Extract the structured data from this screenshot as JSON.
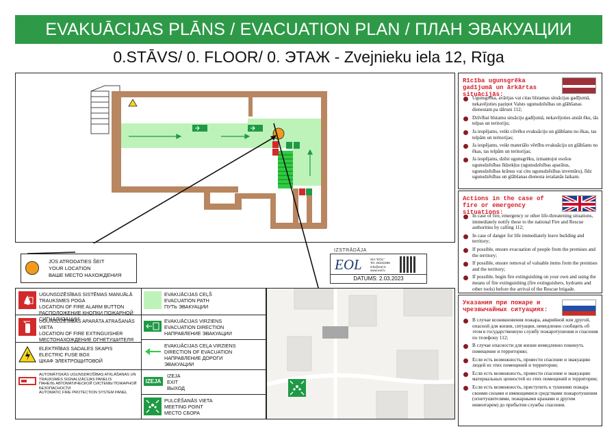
{
  "header": {
    "title": "EVAKUĀCIJAS PLĀNS / EVACUATION PLAN / ПЛАН ЭВАКУАЦИИ"
  },
  "subheader": {
    "title": "0.STĀVS/ 0. FLOOR/ 0. ЭТАЖ - Zvejnieku iela 12, Rīga"
  },
  "you_are_here": {
    "lines": [
      "JŪS ATRODATIES ŠEIT",
      "YOUR LOCATION",
      "ВАШЕ МЕСТО НАХОЖДЕНИЯ"
    ]
  },
  "developer": {
    "label": "IZSTRĀDĀJA",
    "logo": "EOL",
    "company": "SIA \"EOL\"",
    "phone": "Tel. 28331568",
    "email": "info@eol.lv",
    "web": "www.eol.lv",
    "date": "DATUMS: 2.03.2023"
  },
  "legend": {
    "left": [
      {
        "icon": "fire-alarm-button-icon",
        "lines": [
          "UGUNSDZĒSĪBAS SISTĒMAS MANUĀLĀ TRAUKSMES POGA",
          "LOCATION OF FIRE ALARM BUTTON",
          "РАСПОЛОЖЕНИЕ КНОПКИ ПОЖАРНОЙ СИГНАЛИЗАЦИИ"
        ]
      },
      {
        "icon": "fire-extinguisher-icon",
        "lines": [
          "UGUNSDZĒSĪBAS APARĀTA ATRAŠANĀS VIETA",
          "LOCATION OF FIRE EXTINGUISHER",
          "МЕСТОНАХОЖДЕНИЕ ОГНЕТУШИТЕЛЯ"
        ]
      },
      {
        "icon": "electric-hazard-icon",
        "lines": [
          "ELEKTRĪBAS SADALES SKAPIS",
          "ELECTRIC FUSE BOX",
          "ШКАФ ЭЛЕКТРОЩИТОВОЙ"
        ]
      },
      {
        "icon": "alarm-panel-icon",
        "lines": [
          "AUTOMĀTISKĀS UGUNSDROŠĪBAS ATKLĀŠANAS UN",
          "TRAUKSMES SIGNALIZĀCIJAS PANELIS",
          "ПАНЕЛЬ АВТОМАТИЧЕСКОЙ СИСТЕМЫ ПОЖАРНОЙ",
          "БЕЗОПАСНОСТИ",
          "AUTOMATIC FIRE PROTECTION SYSTEM PANEL"
        ]
      }
    ],
    "right": [
      {
        "icon": "evacuation-path-icon",
        "lines": [
          "EVAKUĀCIJAS CEĻŠ",
          "EVACUATION PATH",
          "ПУТЬ ЭВАКУАЦИИ"
        ]
      },
      {
        "icon": "evacuation-direction-icon",
        "lines": [
          "EVAKUĀCIJAS VIRZIENS",
          "EVACUATION DIRECTION",
          "НАПРАВЛЕНИЕ ЭВАКУАЦИИ"
        ]
      },
      {
        "icon": "green-arrow-icon",
        "lines": [
          "EVAKUĀCIJAS CEĻA VIRZIENS",
          "DIRECTION OF EVACUATION",
          "НАПРАВЛЕНИЕ ДОРОГИ",
          "ЭВАКУАЦИИ"
        ]
      },
      {
        "icon": "exit-sign-icon",
        "sign": "IZEJA",
        "lines": [
          "IZEJA",
          "EXIT",
          "ВЫХОД"
        ]
      },
      {
        "icon": "meeting-point-icon",
        "lines": [
          "PULCĒŠANĀS VIETA",
          "MEETING POINT",
          "МЕСТО СБОРА"
        ]
      }
    ]
  },
  "instructions": {
    "lv": {
      "title": "Rīcība ugunsgrēka gadījumā un ārkārtas situācijās:",
      "items": [
        "Ugunsgrēka, avārijas vai citas bīstamas situācijas gadījumā, nekavējoties paziņot Valsts ugunsdzēsības un glābšanas dienestam pa tālruni 112;",
        "Dzīvībai bīstamu situāciju gadījumā, nekavējoties atstāt ēku, tās telpas un teritoriju;",
        "Ja iespējams, veikt cilvēku evakuāciju un glābšanu no ēkas, tas telpām un teritorijas;",
        "Ja iespējams, veikt materiālo vērtību evakuāciju un glābšanu no ēkas, tas telpām un teritorijas;",
        "Ja iespējams, dzēst ugunsgrēku, izmantojot esošos ugunsdzēsības līdzekļus (ugunsdzēsības aparātus, ugunsdzēsības krānus vai citu ugunsdzēsības inventāru), līdz ugunsdzēsības un glābšanas dienesta ierašanās laikam."
      ]
    },
    "en": {
      "title": "Actions in the case of fire or emergency situations:",
      "items": [
        "In case of fire, emergency or other life-threatening situations, immediately notify these to the national Fire and Rescue authorities by calling 112;",
        "In case of danger for life immediately leave building and territory;",
        "If possible, ensure evacuation of people from the premises and the territory;",
        "If possible, ensure removal of valuable items from the premises and the territory;",
        "If possible, begin fire extinguishing on your own and using the means of fire extinguishing (fire extinguishers, hydrants and other tools) before the arrival of the Rescue brigade."
      ]
    },
    "ru": {
      "title": "Указания при пожаре и чрезвычайных ситуациях:",
      "items": [
        "В случае возникновения пожара, аварийной или другой, опасной для жизни, ситуации, немедленно сообщить об этом в государственную службу пожаротушения и спасения по телефону 112;",
        "В случае опасности для жизни немедленно покинуть помещение и территорию;",
        "Если есть возможность, провести спасение и эвакуацию людей из этих помещений и территории;",
        "Если есть возможность, провести спасение и эвакуацию материальных ценностей из этих помещений и территории;",
        "Если есть возможность, приступить к тушению пожара своими силами и имеющимися средствами пожаротушения (огнетушителями, пожарными кранами и другим инвентарем) до прибытия службы спасения."
      ]
    }
  },
  "colors": {
    "header_green": "#2e9a48",
    "wall": "#b88660",
    "path": "#bdf3b9",
    "you_are_here": "#f39a1e",
    "sign_red": "#d22a2a",
    "sign_green": "#1e9a44"
  }
}
